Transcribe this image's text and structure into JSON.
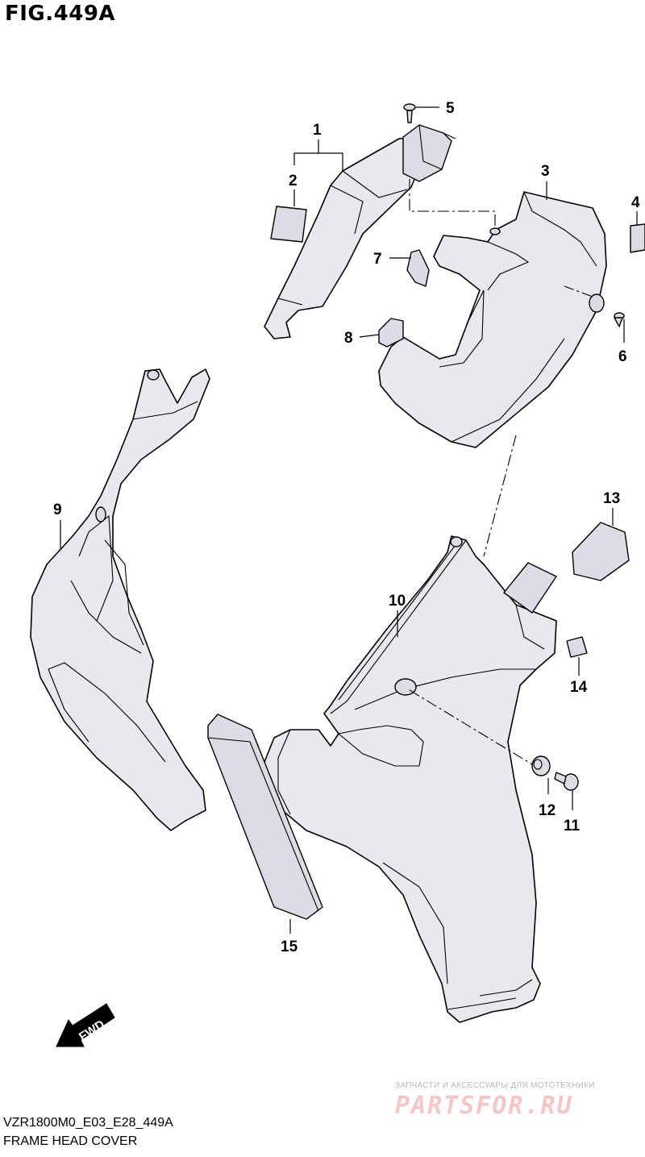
{
  "figure": {
    "title": "FIG.449A",
    "code": "VZR1800M0_E03_E28_449A",
    "name": "FRAME HEAD COVER"
  },
  "callouts": [
    "1",
    "2",
    "3",
    "4",
    "5",
    "6",
    "7",
    "8",
    "9",
    "10",
    "11",
    "12",
    "13",
    "14",
    "15"
  ],
  "fwd_label": "FWD",
  "watermark": {
    "caption": "ЗАПЧАСТИ И АКСЕССУАРЫ ДЛЯ МОТОТЕХНИКИ",
    "logo": "PARTSFOR.RU"
  }
}
